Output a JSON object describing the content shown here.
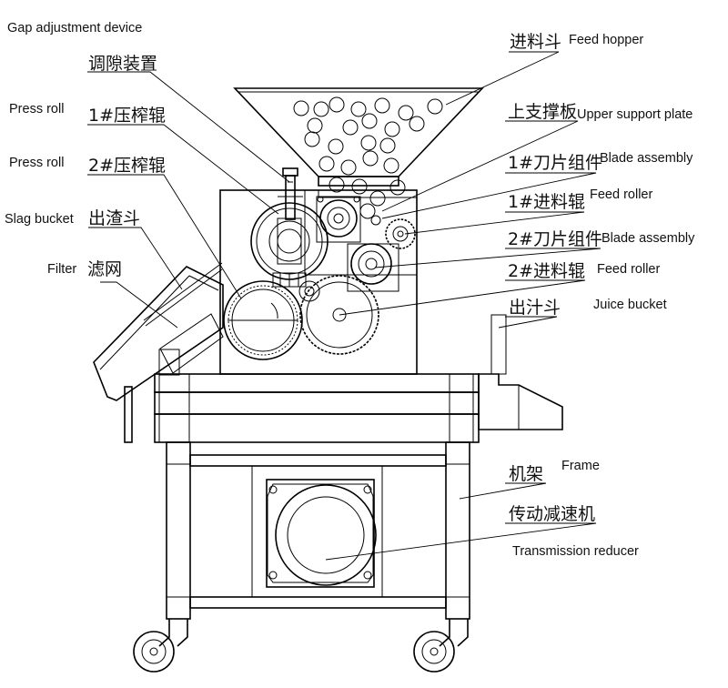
{
  "labels": {
    "gap_en": "Gap adjustment device",
    "gap_cn": "调隙装置",
    "press1_en": "Press roll",
    "press1_cn": "1#压榨辊",
    "press2_en": "Press roll",
    "press2_cn": "2#压榨辊",
    "slag_en": "Slag bucket",
    "slag_cn": "出渣斗",
    "filter_en": "Filter",
    "filter_cn": "滤网",
    "hopper_cn": "进料斗",
    "hopper_en": "Feed hopper",
    "upper_cn": "上支撑板",
    "upper_en": "Upper support plate",
    "blade1_cn": "1#刀片组件",
    "blade1_en": "Blade assembly",
    "feed1_cn": "1#进料辊",
    "feed1_en": "Feed roller",
    "blade2_cn": "2#刀片组件",
    "blade2_en": "Blade assembly",
    "feed2_cn": "2#进料辊",
    "feed2_en": "Feed roller",
    "juice_cn": "出汁斗",
    "juice_en": "Juice bucket",
    "frame_cn": "机架",
    "frame_en": "Frame",
    "reducer_cn": "传动减速机",
    "reducer_en": "Transmission reducer"
  }
}
